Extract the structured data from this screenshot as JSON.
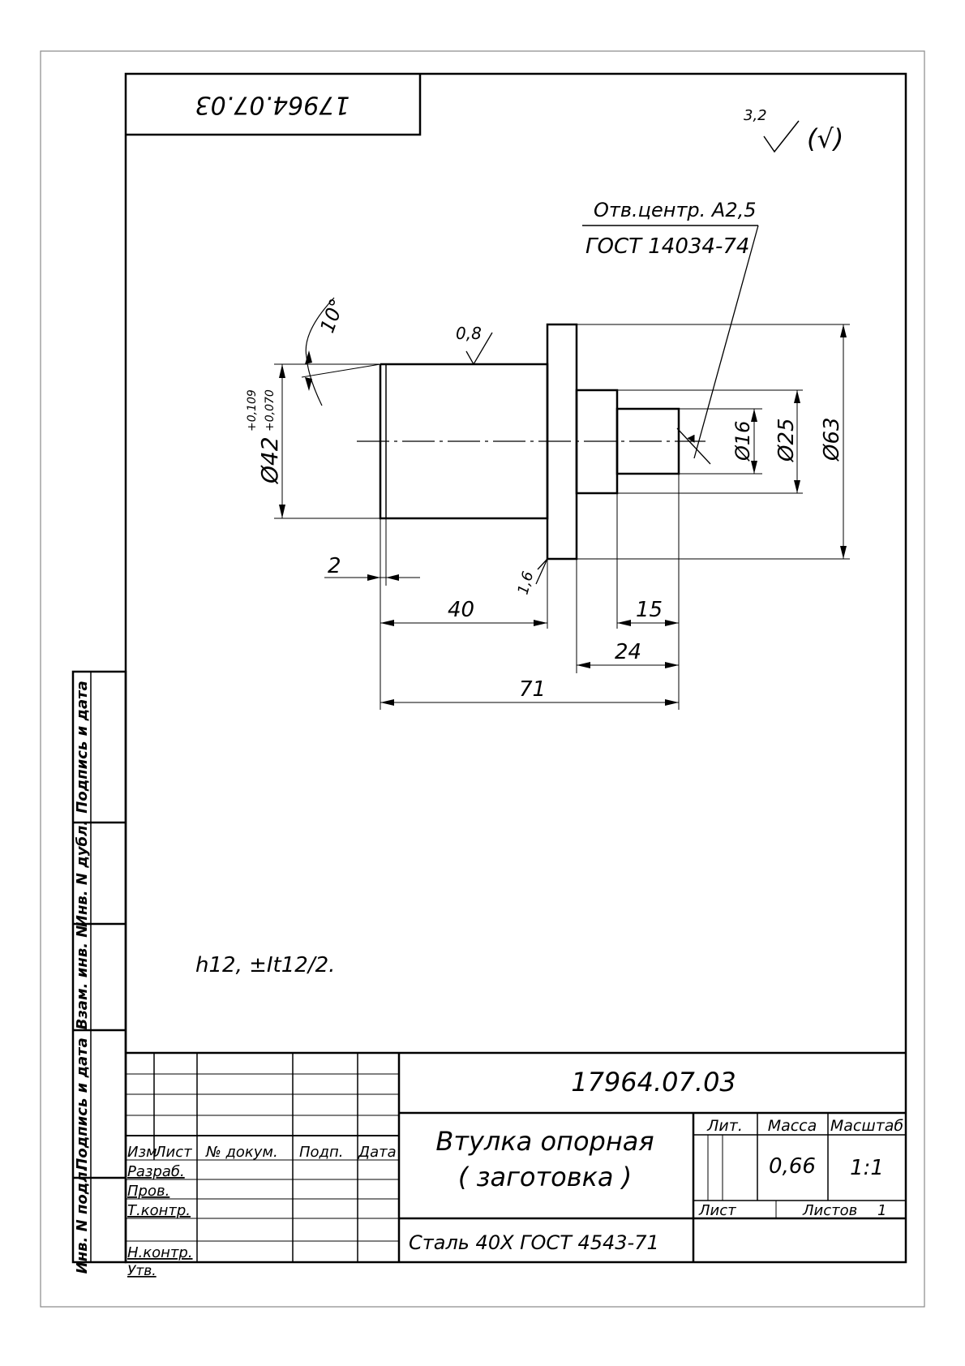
{
  "drawing": {
    "rotated_number": "17964.07.03",
    "roughness_general": "3,2",
    "roughness_other": "(√)",
    "center_hole_line1": "Отв.центр. А2,5",
    "center_hole_line2": "ГОСТ 14034-74",
    "angle": "10°",
    "roughness_face": "0,8",
    "roughness_shoulder": "1,6",
    "dia_42": "Ø42",
    "tol_upper": "+0,109",
    "tol_lower": "+0,070",
    "dia_16": "Ø16",
    "dia_25": "Ø25",
    "dia_63": "Ø63",
    "dim_2": "2",
    "dim_40": "40",
    "dim_15": "15",
    "dim_24": "24",
    "dim_71": "71",
    "note": "h12, ±It12/2."
  },
  "side_stamp": {
    "inv_podl": "Инв. N подл.",
    "podpis_data_1": "Подпись и дата",
    "vzam_inv": "Взам. инв. N",
    "inv_dubl": "Инв. N дубл.",
    "podpis_data_2": "Подпись и дата"
  },
  "title_block": {
    "doc_number": "17964.07.03",
    "name_line1": "Втулка опорная",
    "name_line2": "( заготовка )",
    "material": "Сталь 40Х ГОСТ 4543-71",
    "lit": "Лит.",
    "massa": "Масса",
    "masshtab": "Масштаб",
    "mass_value": "0,66",
    "scale_value": "1:1",
    "list": "Лист",
    "listov": "Листов",
    "listov_value": "1",
    "izm": "Изм",
    "list_col": "Лист",
    "n_dokum": "№ докум.",
    "podp": "Подп.",
    "data": "Дата",
    "razrab": "Разраб.",
    "prov": "Пров.",
    "t_kontr": "Т.контр.",
    "n_kontr": "Н.контр.",
    "utv": "Утв."
  }
}
